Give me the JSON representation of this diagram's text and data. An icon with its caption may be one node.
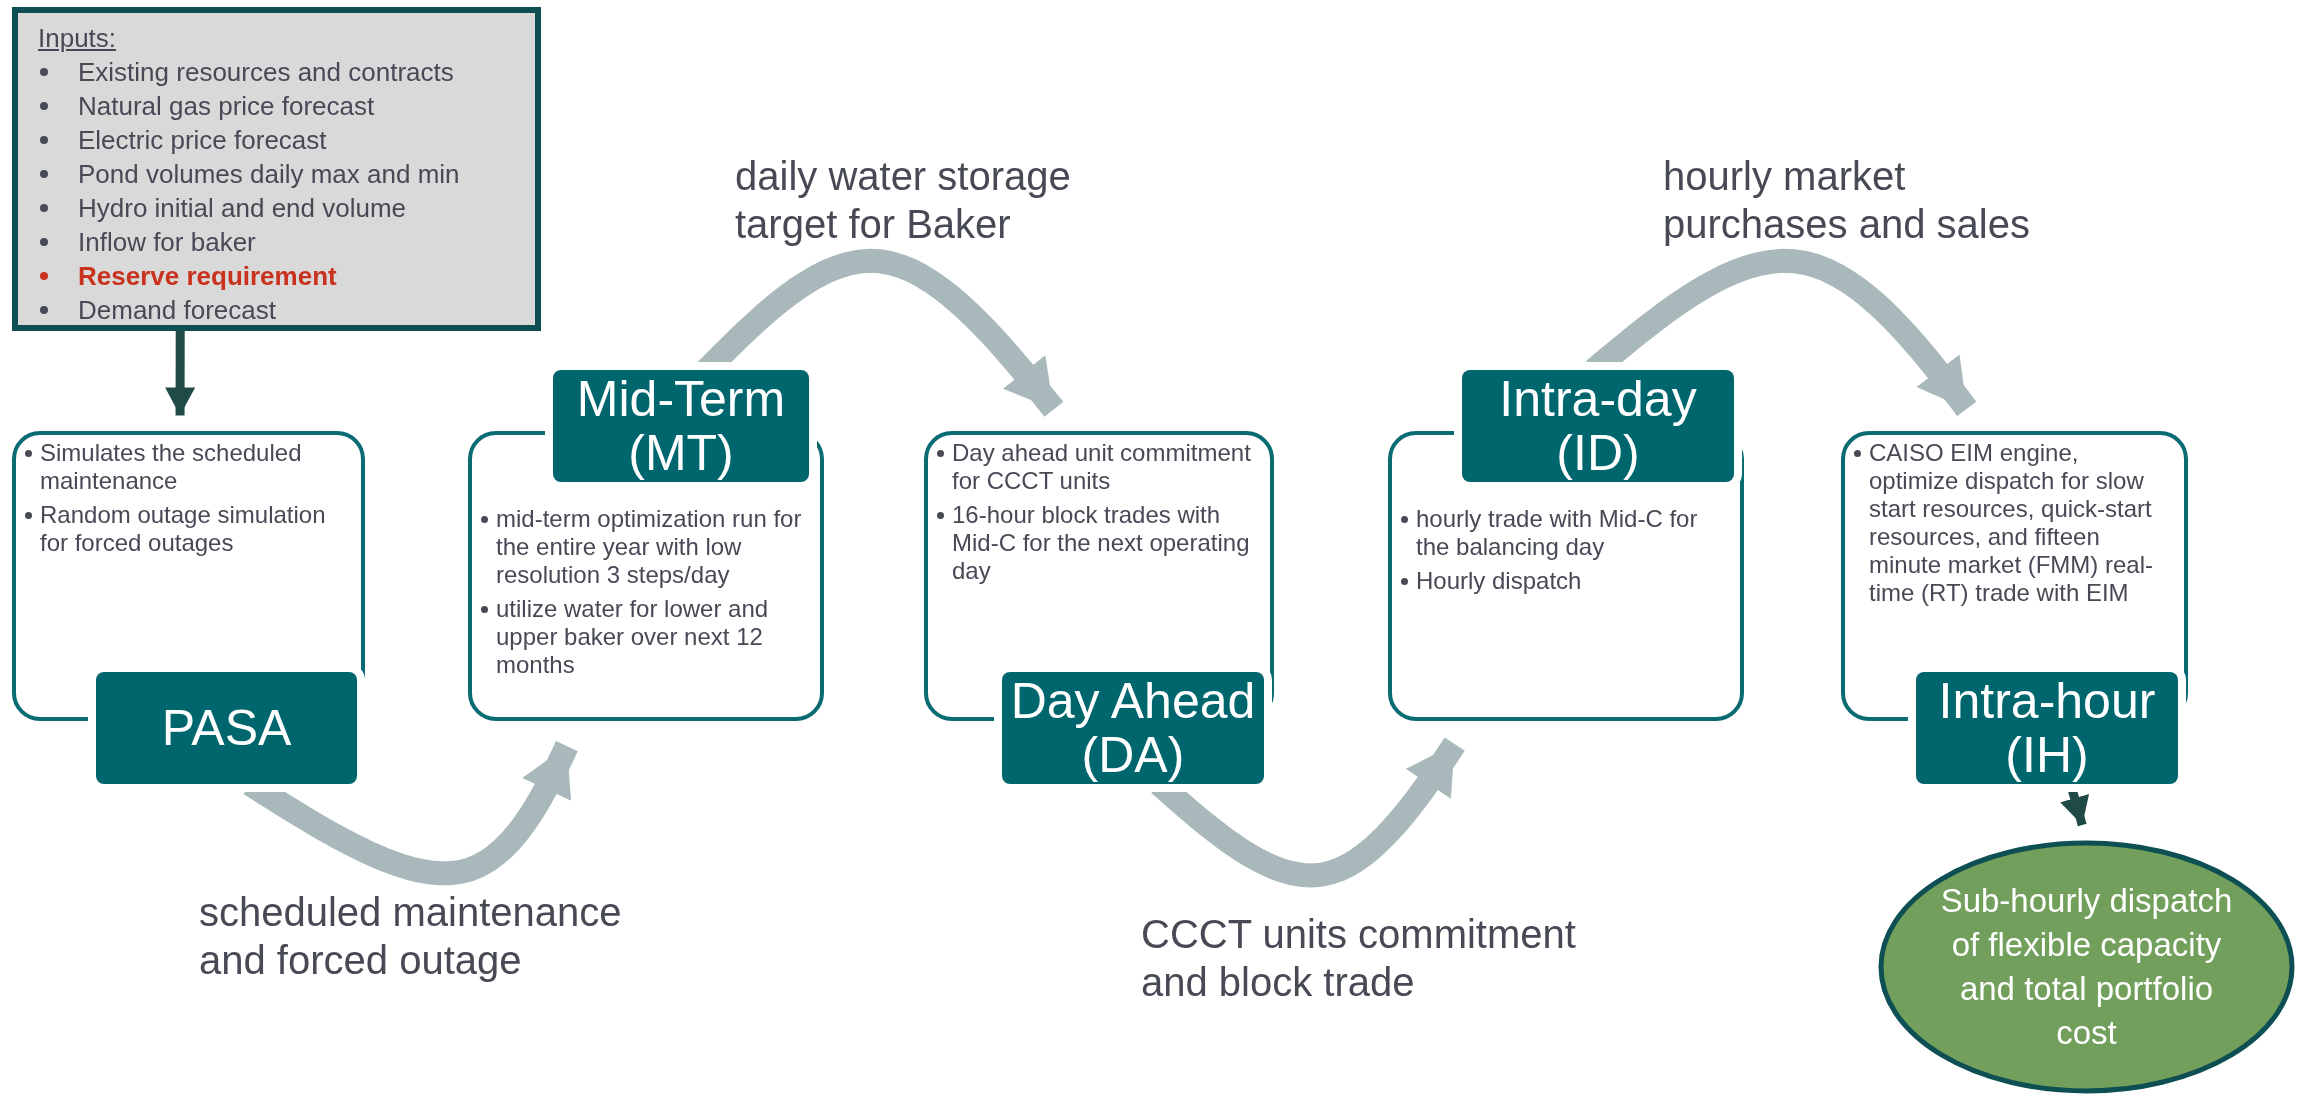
{
  "diagram": {
    "nodes": [
      {
        "text": [
          "Inputs:",
          "Existing resources and contracts",
          "Natural gas price forecast",
          "Electric price forecast",
          "Pond volumes daily max and min",
          "Hydro initial and end volume",
          "Inflow for baker",
          "**Reserve requirement**",
          "Demand forecast"
        ]
      },
      {
        "text": [
          "Simulates the scheduled maintenance",
          "Random outage simulation for forced outages"
        ]
      },
      {
        "text": [
          "PASA"
        ]
      },
      {
        "text": [
          "mid-term optimization run for the entire year with low resolution 3 steps/day",
          "utilize water for lower and upper baker over next 12 months"
        ]
      },
      {
        "text": [
          "Mid-Term (MT)"
        ]
      },
      {
        "text": [
          "Day ahead unit commitment for CCCT units",
          "16-hour block trades with Mid-C for the next operating day"
        ]
      },
      {
        "text": [
          "Day Ahead (DA)"
        ]
      },
      {
        "text": [
          "hourly trade with Mid-C for the balancing day",
          "Hourly dispatch"
        ]
      },
      {
        "text": [
          "Intra-day (ID)"
        ]
      },
      {
        "text": [
          "CAISO EIM engine, optimize dispatch for slow start resources, quick-start resources, and fifteen minute market (FMM) real-time (RT) trade with EIM"
        ]
      },
      {
        "text": [
          "Intra-hour (IH)"
        ]
      },
      {
        "text": [
          "Sub-hourly dispatch of flexible capacity and total portfolio cost"
        ]
      }
    ],
    "edges": [
      {
        "from": 0,
        "to": 1,
        "arrow": "to",
        "color": "#1f4a46"
      },
      {
        "from": 2,
        "to": 3,
        "arrow": "to",
        "label": "scheduled maintenance and forced outage"
      },
      {
        "from": 4,
        "to": 5,
        "arrow": "to",
        "label": "daily water storage target for Baker"
      },
      {
        "from": 6,
        "to": 7,
        "arrow": "to",
        "label": "CCCT units commitment and block trade"
      },
      {
        "from": 8,
        "to": 9,
        "arrow": "to",
        "label": "hourly market purchases and sales"
      },
      {
        "from": 10,
        "to": 11,
        "arrow": "to",
        "color": "#1f4a46"
      }
    ]
  }
}
